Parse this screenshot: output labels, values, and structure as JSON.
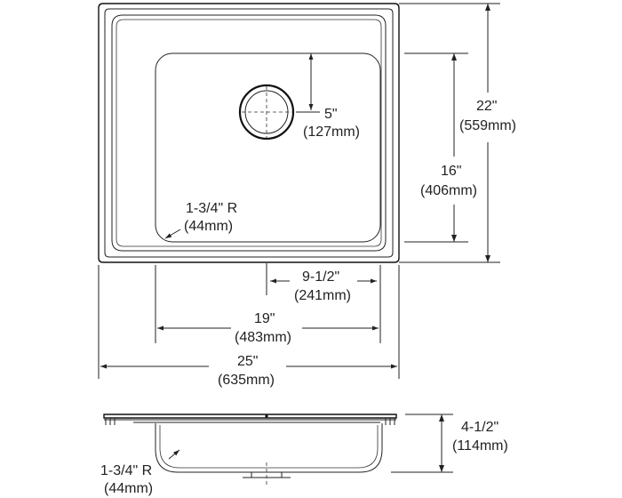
{
  "top_view": {
    "drain": {
      "label": "5\"",
      "metric": "(127mm)"
    },
    "corner_radius": {
      "label": "1-3/4\" R",
      "metric": "(44mm)"
    },
    "overall_depth": {
      "label": "22\"",
      "metric": "(559mm)"
    },
    "bowl_depth": {
      "label": "16\"",
      "metric": "(406mm)"
    },
    "drain_offset": {
      "label": "9-1/2\"",
      "metric": "(241mm)"
    },
    "bowl_width": {
      "label": "19\"",
      "metric": "(483mm)"
    },
    "overall_width": {
      "label": "25\"",
      "metric": "(635mm)"
    }
  },
  "side_view": {
    "bowl_height": {
      "label": "4-1/2\"",
      "metric": "(114mm)"
    },
    "corner_radius": {
      "label": "1-3/4\" R",
      "metric": "(44mm)"
    }
  }
}
